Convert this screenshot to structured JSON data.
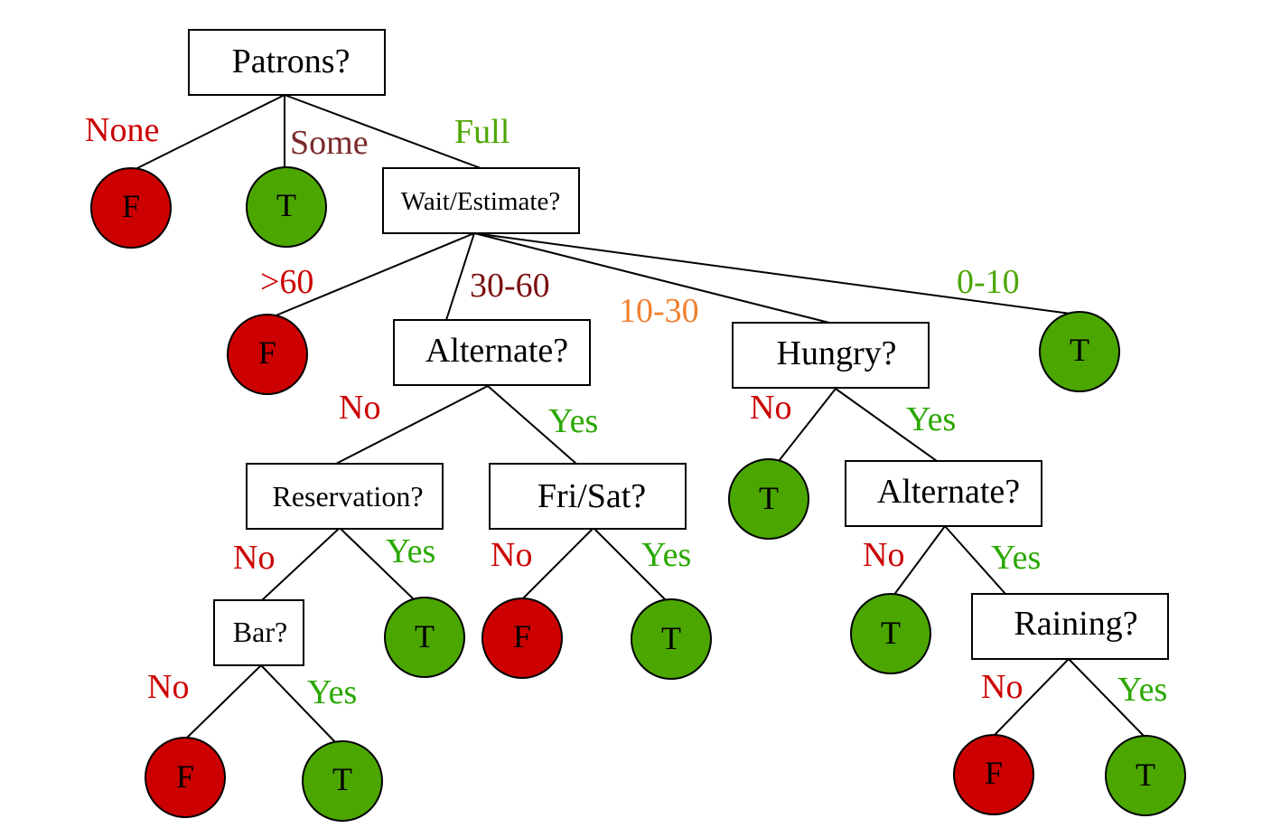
{
  "colors": {
    "leaf_false": "#cc0000",
    "leaf_true": "#4ca600",
    "label_none": "#cc0000",
    "label_some": "#7a2a2a",
    "label_full": "#4ca600",
    "label_gt60": "#cc0000",
    "label_30_60": "#7a1010",
    "label_10_30": "#f08030",
    "label_0_10": "#4ca600",
    "label_no": "#cc0000",
    "label_yes": "#2aa800"
  },
  "nodes": {
    "patrons": "Patrons?",
    "wait_estimate": "Wait/Estimate?",
    "alternate_1": "Alternate?",
    "hungry": "Hungry?",
    "reservation": "Reservation?",
    "fri_sat": "Fri/Sat?",
    "alternate_2": "Alternate?",
    "bar": "Bar?",
    "raining": "Raining?"
  },
  "leaves": {
    "patrons_none": "F",
    "patrons_some": "T",
    "wait_gt60": "F",
    "wait_0_10": "T",
    "hungry_no": "T",
    "reservation_yes": "T",
    "fri_sat_no": "F",
    "fri_sat_yes": "T",
    "alternate2_no": "T",
    "bar_no": "F",
    "bar_yes": "T",
    "raining_no": "F",
    "raining_yes": "T"
  },
  "edge_labels": {
    "none": "None",
    "some": "Some",
    "full": "Full",
    "gt60": ">60",
    "w30_60": "30-60",
    "w10_30": "10-30",
    "w0_10": "0-10",
    "alt1_no": "No",
    "alt1_yes": "Yes",
    "hungry_no": "No",
    "hungry_yes": "Yes",
    "res_no": "No",
    "res_yes": "Yes",
    "fri_no": "No",
    "fri_yes": "Yes",
    "alt2_no": "No",
    "alt2_yes": "Yes",
    "bar_no": "No",
    "bar_yes": "Yes",
    "rain_no": "No",
    "rain_yes": "Yes"
  }
}
